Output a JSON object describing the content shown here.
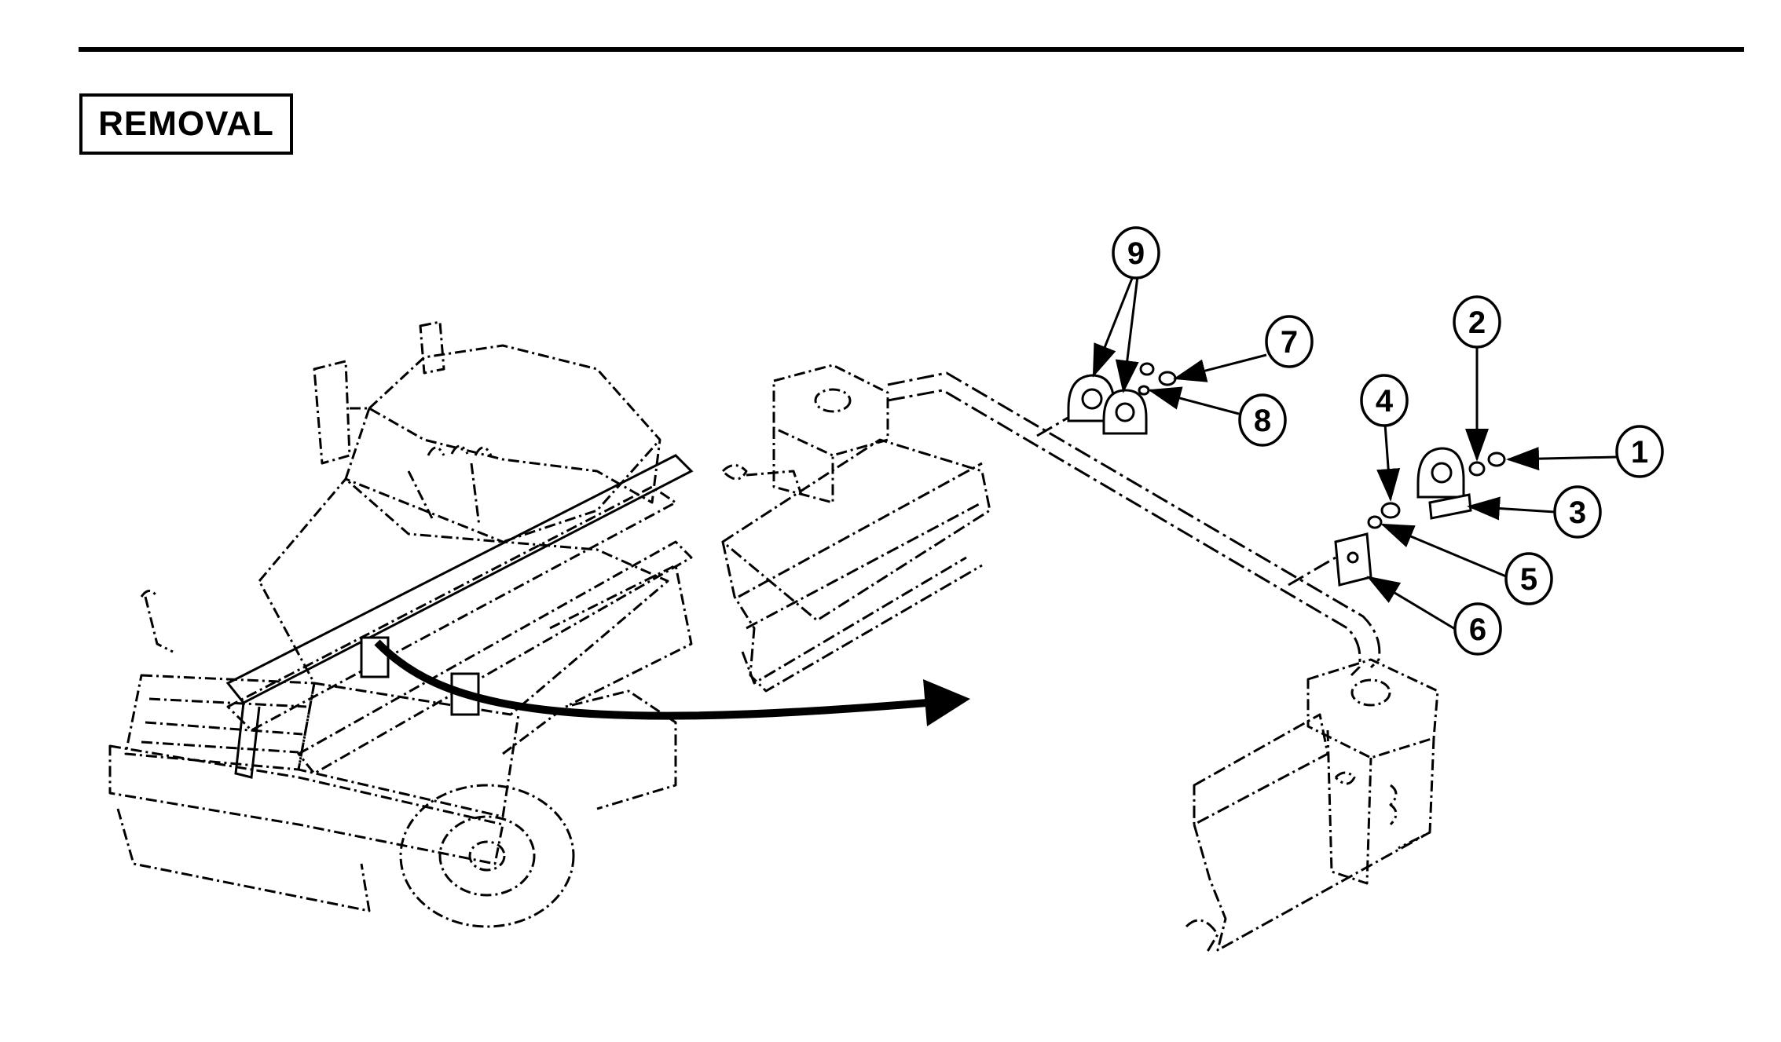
{
  "section": {
    "title": "REMOVAL"
  },
  "callouts": {
    "c1": "1",
    "c2": "2",
    "c3": "3",
    "c4": "4",
    "c5": "5",
    "c6": "6",
    "c7": "7",
    "c8": "8",
    "c9": "9"
  },
  "colors": {
    "line": "#000000",
    "background": "#ffffff"
  }
}
